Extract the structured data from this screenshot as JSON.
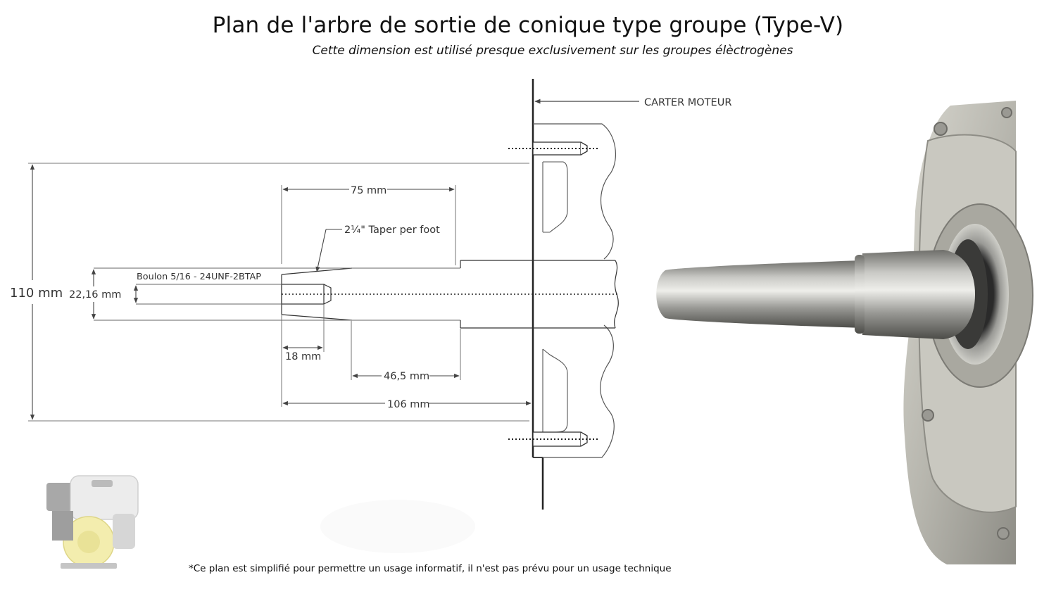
{
  "title": "Plan de l'arbre de sortie de conique type groupe (Type-V)",
  "subtitle": "Cette dimension est utilisé presque exclusivement sur les groupes élèctrogènes",
  "footnote": "*Ce plan est simplifié pour permettre un usage informatif, il n'est pas prévu pour un usage technique",
  "labels": {
    "carter": "CARTER MOTEUR",
    "overall_height": "110 mm",
    "shaft_diameter": "22,16 mm",
    "taper_length": "75 mm",
    "taper_rate": "2¼\" Taper per foot",
    "bolt": "Boulon 5/16 - 24UNF-2BTAP",
    "bolt_depth": "18 mm",
    "step_length": "46,5 mm",
    "total_length": "106 mm"
  },
  "colors": {
    "line": "#444444",
    "engine_body": "#bdbcb4",
    "shaft_metal": "#9a9a96",
    "engine_icon_yellow": "#f2eba0"
  }
}
